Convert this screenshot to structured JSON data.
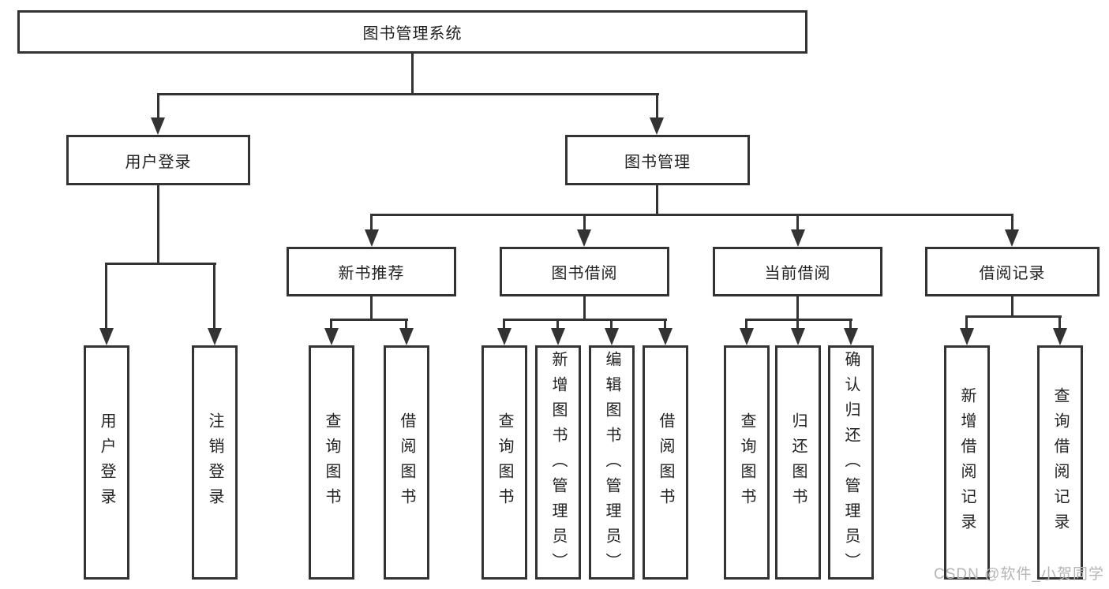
{
  "tree": {
    "label": "图书管理系统",
    "children": [
      {
        "label": "用户登录",
        "children": [
          {
            "label": "用户登录"
          },
          {
            "label": "注销登录"
          }
        ]
      },
      {
        "label": "图书管理",
        "children": [
          {
            "label": "新书推荐",
            "children": [
              {
                "label": "查询图书"
              },
              {
                "label": "借阅图书"
              }
            ]
          },
          {
            "label": "图书借阅",
            "children": [
              {
                "label": "查询图书"
              },
              {
                "label": "新增图书（管理员）"
              },
              {
                "label": "编辑图书（管理员）"
              },
              {
                "label": "借阅图书"
              }
            ]
          },
          {
            "label": "当前借阅",
            "children": [
              {
                "label": "查询图书"
              },
              {
                "label": "归还图书"
              },
              {
                "label": "确认归还（管理员）"
              }
            ]
          },
          {
            "label": "借阅记录",
            "children": [
              {
                "label": "新增借阅记录"
              },
              {
                "label": "查询借阅记录"
              }
            ]
          }
        ]
      }
    ]
  },
  "watermark": "CSDN @软件_小贺同学",
  "colors": {
    "line": "#333333",
    "text": "#222222",
    "watermark": "#b5b5b5"
  }
}
